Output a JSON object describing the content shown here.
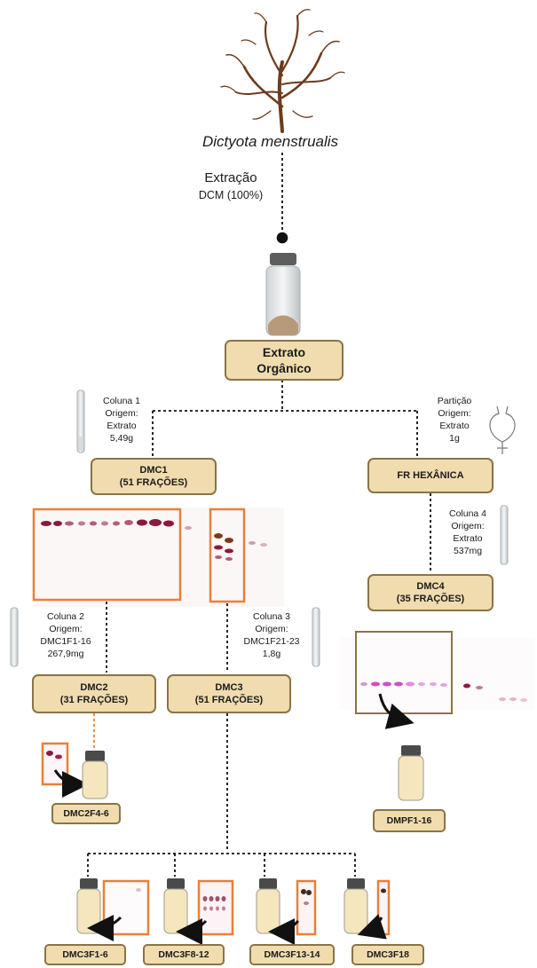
{
  "species_name": "Dictyota menstrualis",
  "extraction": {
    "title": "Extração",
    "solvent": "DCM (100%)"
  },
  "extract_box": {
    "line1": "Extrato",
    "line2": "Orgânico"
  },
  "left_branch": {
    "column1": {
      "l1": "Coluna 1",
      "l2": "Origem:",
      "l3": "Extrato",
      "l4": "5,49g"
    },
    "dmc1": {
      "l1": "DMC1",
      "l2": "(51 FRAÇÕES)"
    },
    "column2": {
      "l1": "Coluna 2",
      "l2": "Origem:",
      "l3": "DMC1F1-16",
      "l4": "267,9mg"
    },
    "column3": {
      "l1": "Coluna 3",
      "l2": "Origem:",
      "l3": "DMC1F21-23",
      "l4": "1,8g"
    },
    "dmc2": {
      "l1": "DMC2",
      "l2": "(31 FRAÇÕES)"
    },
    "dmc3": {
      "l1": "DMC3",
      "l2": "(51 FRAÇÕES)"
    },
    "dmc2f": "DMC2F4-6"
  },
  "right_branch": {
    "partition": {
      "l1": "Partição",
      "l2": "Origem:",
      "l3": "Extrato",
      "l4": "1g"
    },
    "fr": "FR HEXÂNICA",
    "column4": {
      "l1": "Coluna 4",
      "l2": "Origem:",
      "l3": "Extrato",
      "l4": "537mg"
    },
    "dmc4": {
      "l1": "DMC4",
      "l2": "(35 FRAÇÕES)"
    },
    "dmpf": "DMPF1-16"
  },
  "bottom_fractions": [
    "DMC3F1-6",
    "DMC3F8-12",
    "DMC3F13-14",
    "DMC3F18"
  ],
  "colors": {
    "box_fill": "#f0dcae",
    "box_border": "#8a7446",
    "highlight": "#e8803a",
    "vial_liquid": "#f5e6bd",
    "tlc_spot": "#8a1a3a",
    "tlc_spot_pink": "#d050c0"
  },
  "icons": [
    "seaweed-icon",
    "vial-icon",
    "chromatography-column-icon",
    "separatory-funnel-icon",
    "tlc-plate-icon",
    "arrow-icon"
  ]
}
